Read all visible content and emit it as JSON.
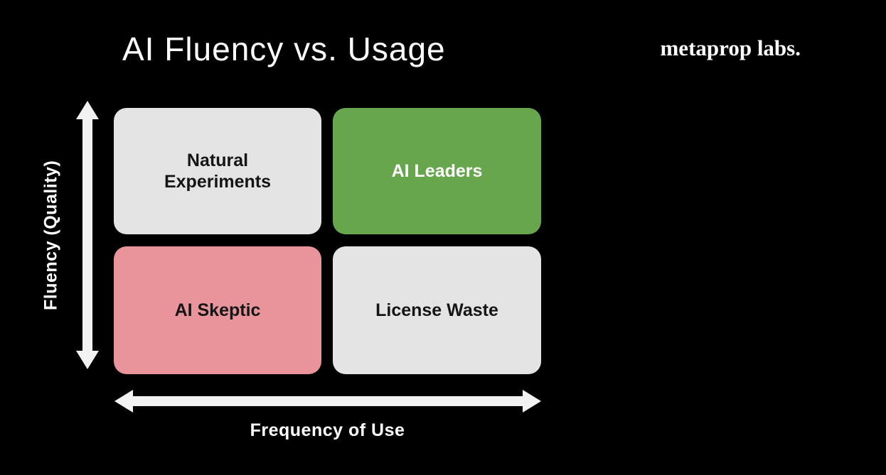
{
  "page": {
    "background_color": "#000000",
    "arrow_color": "#f2f2f2"
  },
  "header": {
    "title": "AI Fluency vs. Usage",
    "logo": "metaprop labs."
  },
  "axes": {
    "y": {
      "label": "Fluency (Quality)",
      "arrow_color": "#f2f2f2",
      "direction": "vertical-double"
    },
    "x": {
      "label": "Frequency of Use",
      "arrow_color": "#f2f2f2",
      "direction": "horizontal-double"
    }
  },
  "matrix": {
    "description": "2x2 quadrant matrix of AI fluency (quality) vs frequency of use",
    "quadrants": [
      {
        "position": "top-left",
        "label": "Natural Experiments",
        "bg": "#e4e4e4",
        "text_color": "#151515",
        "style": "background:#e4e4e4;color:#151515"
      },
      {
        "position": "top-right",
        "label": "AI Leaders",
        "bg": "#68a64e",
        "text_color": "#ffffff",
        "style": "background:#68a64e;color:#ffffff"
      },
      {
        "position": "bottom-left",
        "label": "AI Skeptic",
        "bg": "#e9949a",
        "text_color": "#151515",
        "style": "background:#e9949a;color:#151515"
      },
      {
        "position": "bottom-right",
        "label": "License Waste",
        "bg": "#e4e4e4",
        "text_color": "#151515",
        "style": "background:#e4e4e4;color:#151515"
      }
    ]
  }
}
